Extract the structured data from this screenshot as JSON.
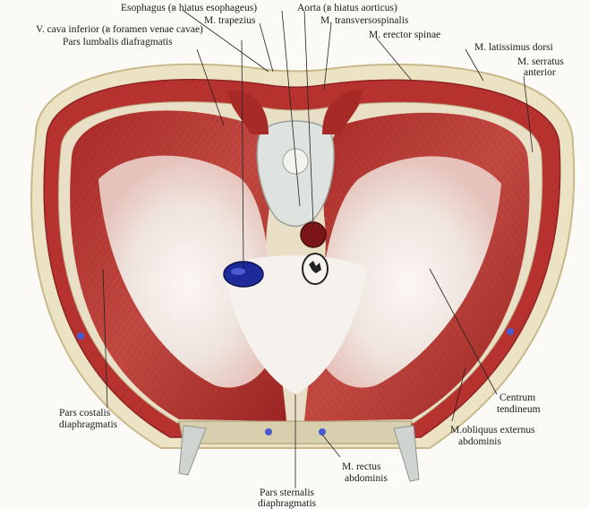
{
  "labels": {
    "esophagus": "Esophagus (в hiatus esophageus)",
    "aorta": "Aorta (в hiatus aorticus)",
    "trapezius": "M. trapezius",
    "vena_cava_1": "V. cava inferior (в foramen venae cavae)",
    "pars_lumbalis": "Pars lumbalis diafragmatis",
    "transversospinalis": "M. transversospinalis",
    "erector_spinae": "M. erector spinae",
    "latissimus": "M. latissimus dorsi",
    "serratus_1": "M. serratus",
    "serratus_2": "anterior",
    "centrum_1": "Centrum",
    "centrum_2": "tendineum",
    "obliquus_1": "M.obliquus externus",
    "obliquus_2": "abdominis",
    "pars_costalis_1": "Pars costalis",
    "pars_costalis_2": "diaphragmatis",
    "rectus_1": "M. rectus",
    "rectus_2": "abdominis",
    "pars_sternalis_1": "Pars sternalis",
    "pars_sternalis_2": "diaphragmatis"
  },
  "colors": {
    "muscle": "#b8332f",
    "muscle_dark": "#8e2422",
    "tendon": "#f2eee8",
    "skin": "#ece3c4",
    "vena_cava": "#1e2a9a",
    "aorta": "#7a1618",
    "bone": "#dfe3df"
  }
}
